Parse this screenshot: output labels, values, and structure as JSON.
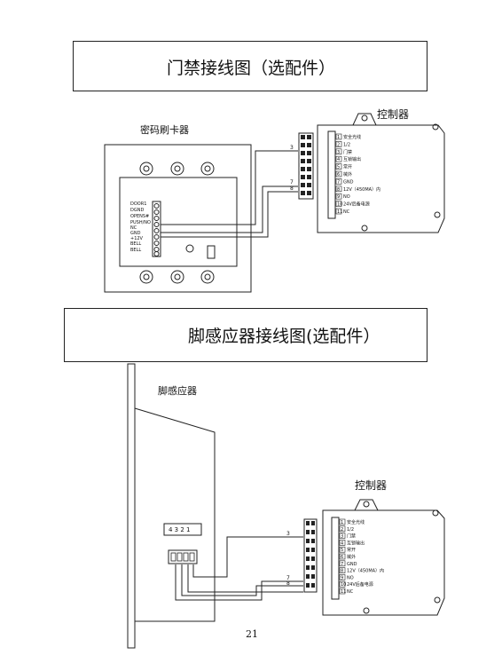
{
  "section1": {
    "title": "门禁接线图（选配件）",
    "reader_label": "密码刷卡器",
    "controller_label": "控制器",
    "reader_pins": [
      "DOOR1",
      "DGND",
      "OPENS#",
      "PUSH/NO",
      "NC",
      "GND",
      "+12V",
      "BELL",
      "BELL"
    ],
    "wire_numbers": [
      "3",
      "7",
      "8"
    ]
  },
  "section2": {
    "title": "脚感应器接线图(选配件）",
    "sensor_label": "脚感应器",
    "controller_label": "控制器",
    "sensor_pins": "4 3 2 1",
    "wire_numbers": [
      "3",
      "7",
      "8"
    ]
  },
  "controller_terminals": [
    {
      "num": "1",
      "label": "安全光线"
    },
    {
      "num": "2",
      "label": "1/2"
    },
    {
      "num": "3",
      "label": "门禁"
    },
    {
      "num": "4",
      "label": "互锁输出"
    },
    {
      "num": "5",
      "label": "常开"
    },
    {
      "num": "6",
      "label": "械外"
    },
    {
      "num": "7",
      "label": "GND"
    },
    {
      "num": "8",
      "label": "12V（450MA）内"
    },
    {
      "num": "9",
      "label": "NO"
    },
    {
      "num": "10",
      "label": "24V后备电源"
    },
    {
      "num": "11",
      "label": "NC"
    }
  ],
  "page_number": "21"
}
